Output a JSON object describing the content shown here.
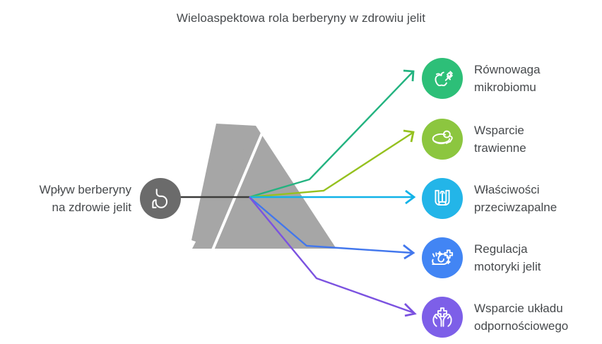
{
  "title": "Wieloaspektowa rola berberyny w zdrowiu jelit",
  "colors": {
    "background": "#ffffff",
    "text": "#46494c",
    "prism_fill": "#a6a6a6",
    "prism_divider": "#ffffff",
    "input_ray": "#3c3c3b",
    "source_circle": "#6b6b6b"
  },
  "source": {
    "label": "Wpływ berberyny\nna zdrowie jelit",
    "icon": "stomach-icon",
    "icon_color": "#6b6b6b"
  },
  "outcomes": [
    {
      "label": "Równowaga\nmikrobiomu",
      "icon": "apple-syringe-icon",
      "color": "#2dbf78",
      "ray_color": "#23b380"
    },
    {
      "label": "Wsparcie\ntrawienne",
      "icon": "digestion-bowl-icon",
      "color": "#8cc63f",
      "ray_color": "#95c11f"
    },
    {
      "label": "Właściwości\nprzeciwzapalne",
      "icon": "intestine-icon",
      "color": "#23b5e8",
      "ray_color": "#11b3e8"
    },
    {
      "label": "Regulacja\nmotoryki jelit",
      "icon": "snail-cross-icon",
      "color": "#4285f4",
      "ray_color": "#4277ed"
    },
    {
      "label": "Wsparcie układu\nodpornościowego",
      "icon": "hands-cross-icon",
      "color": "#7d5fe8",
      "ray_color": "#7b52e0"
    }
  ]
}
